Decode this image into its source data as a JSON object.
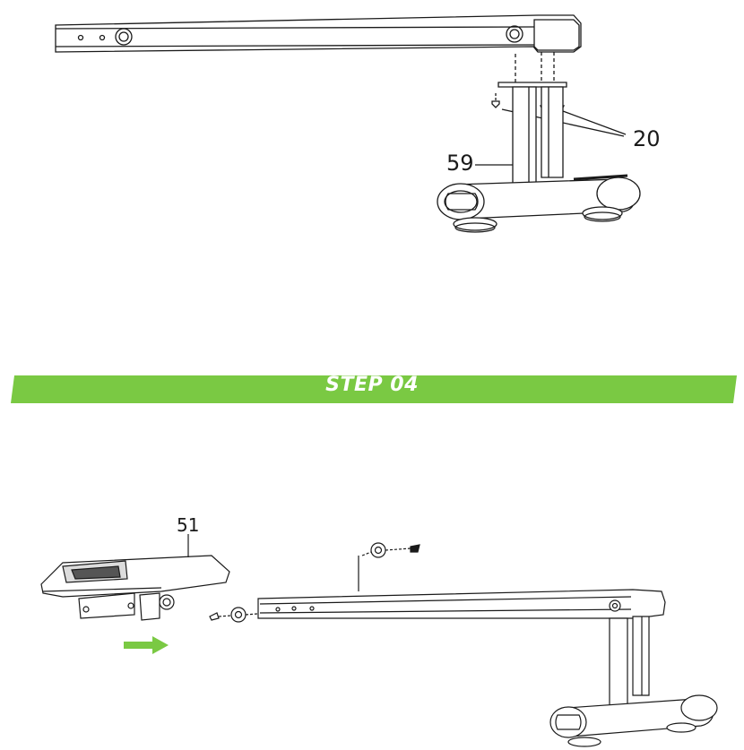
{
  "step": {
    "label": "STEP 04"
  },
  "callouts": {
    "screws_top": "20",
    "upright_top": "59",
    "pedal": "51"
  },
  "colors": {
    "banner": "#7ac943",
    "arrow": "#7ac943",
    "line": "#1a1a1a"
  },
  "icons": {
    "direction": "right-arrow-icon"
  }
}
